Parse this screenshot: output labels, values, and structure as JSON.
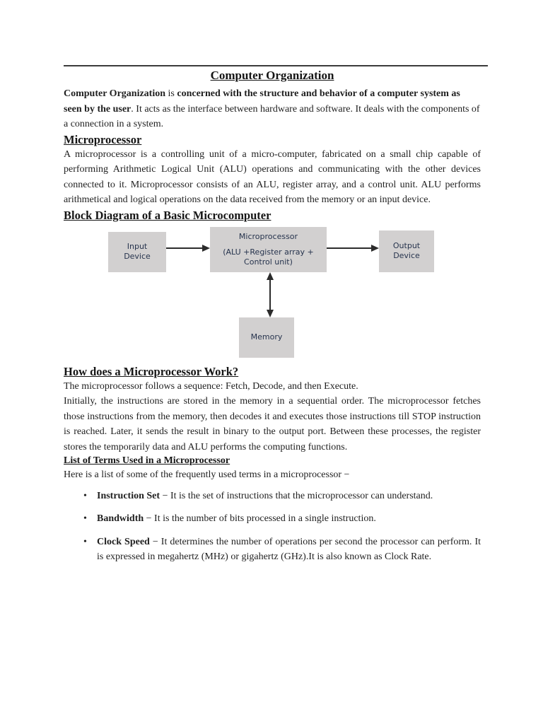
{
  "page": {
    "title": "Computer Organization",
    "intro": {
      "bold_lead": "Computer Organization",
      "plain_1": " is ",
      "bold_2": "concerned with the structure and behavior of a computer system as seen by the user",
      "plain_2": ". It acts as the interface between hardware and software. It deals with the components of a connection in a system."
    },
    "microprocessor": {
      "heading": "Microprocessor",
      "body": "A microprocessor is a controlling unit of a micro-computer, fabricated on a small chip capable of performing Arithmetic Logical Unit (ALU) operations and communicating with the other devices connected to it. Microprocessor consists of an ALU, register array, and a control unit. ALU performs arithmetical and logical operations on the data received from the memory or an input device."
    },
    "block_diagram": {
      "heading": "Block Diagram of a Basic Microcomputer",
      "boxes": {
        "input": "Input\nDevice",
        "processor_title": "Microprocessor",
        "processor_detail": "(ALU +Register array +\nControl unit)",
        "output": "Output\nDevice",
        "memory": "Memory"
      },
      "colors": {
        "box_fill": "#d2d0d0",
        "box_text": "#26334d",
        "arrow": "#2b2b2b"
      }
    },
    "how_it_works": {
      "heading": "How does a Microprocessor Work?",
      "p1": "The microprocessor follows a sequence: Fetch, Decode, and then Execute.",
      "p2": "Initially, the instructions are stored in the memory in a sequential order. The microprocessor fetches those instructions from the memory, then decodes it and executes those instructions till STOP instruction is reached. Later, it sends the result in binary to the output port. Between these processes, the register stores the temporarily data and ALU performs the computing functions."
    },
    "terms": {
      "heading": "List of Terms Used in a Microprocessor",
      "intro": "Here is a list of some of the frequently used terms in a microprocessor −",
      "items": [
        {
          "term": "Instruction Set",
          "definition": " − It is the set of instructions that the microprocessor can understand."
        },
        {
          "term": "Bandwidth",
          "definition": " − It is the number of bits processed in a single instruction."
        },
        {
          "term": "Clock Speed",
          "definition": " − It determines the number of operations per second the processor can perform. It is expressed in megahertz (MHz) or gigahertz (GHz).It is also known as Clock Rate."
        }
      ]
    }
  }
}
